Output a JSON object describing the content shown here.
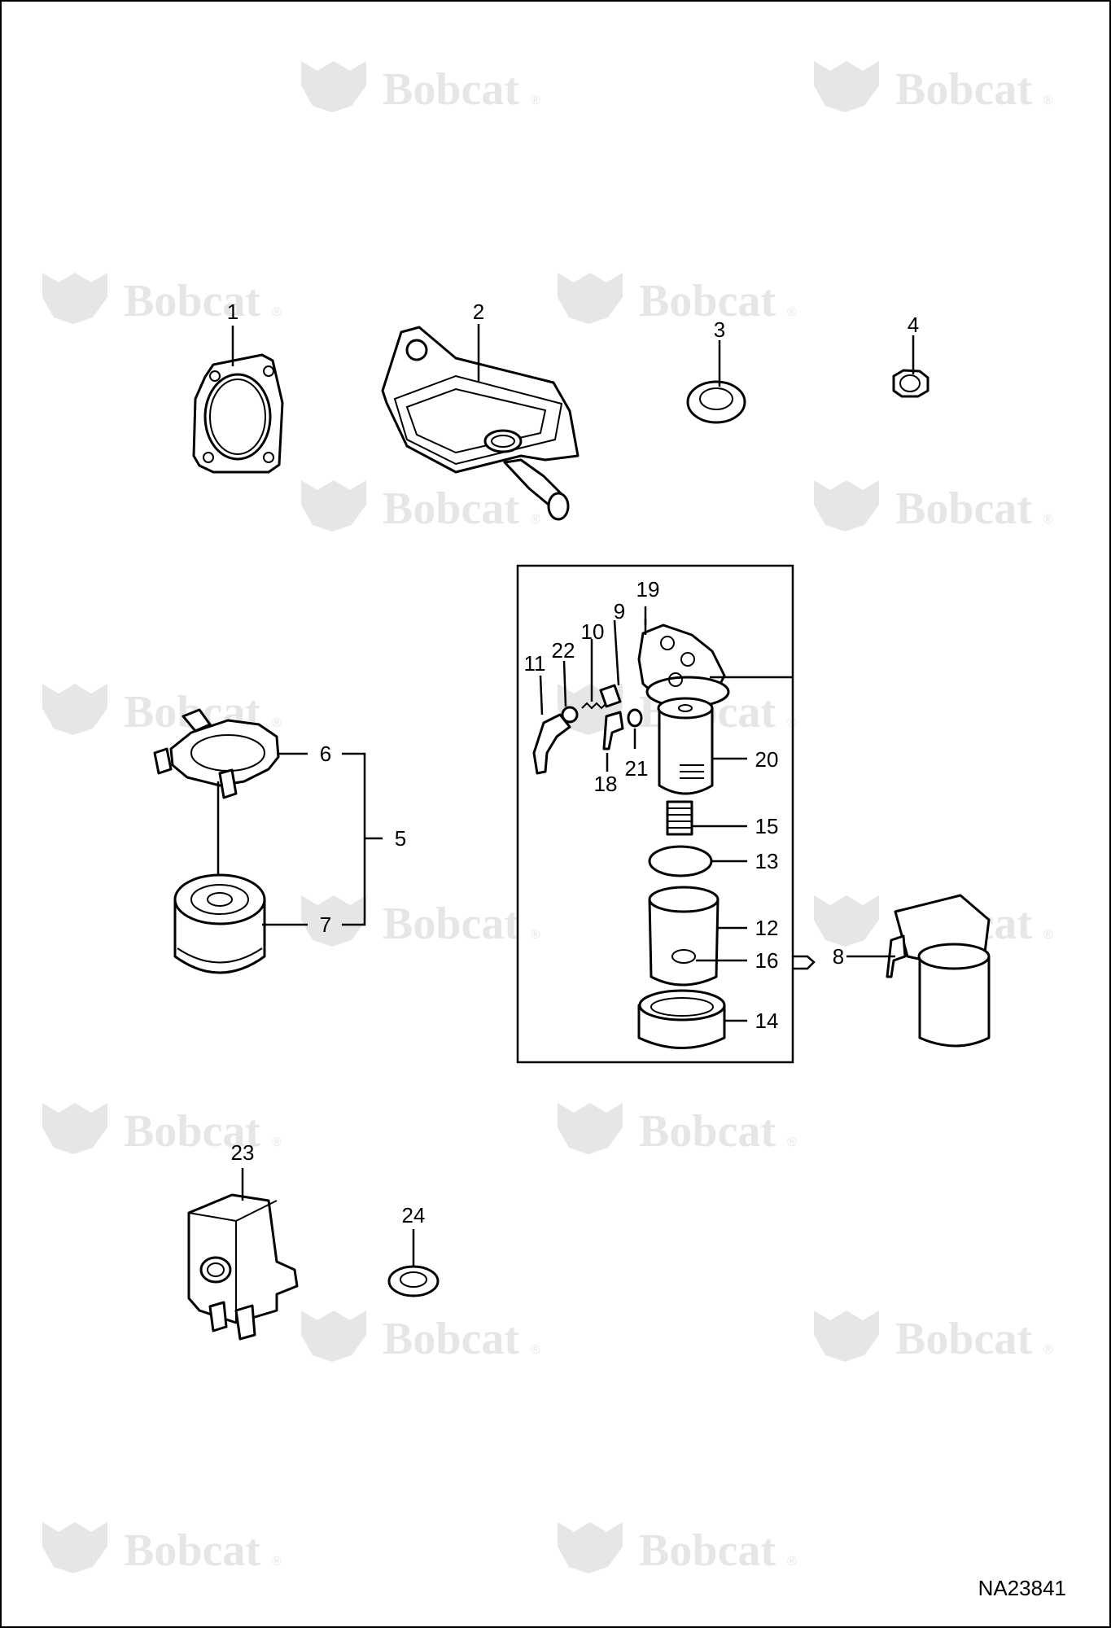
{
  "watermark": {
    "text": "Bobcat",
    "mark": "®"
  },
  "callouts": {
    "c1": "1",
    "c2": "2",
    "c3": "3",
    "c4": "4",
    "c5": "5",
    "c6": "6",
    "c7": "7",
    "c8": "8",
    "c9": "9",
    "c10": "10",
    "c11": "11",
    "c12": "12",
    "c13": "13",
    "c14": "14",
    "c15": "15",
    "c16": "16",
    "c18": "18",
    "c19": "19",
    "c20": "20",
    "c21": "21",
    "c22": "22",
    "c23": "23",
    "c24": "24"
  },
  "reference_number": "NA23841",
  "colors": {
    "watermark": "#e6e6e6",
    "line": "#000000",
    "background": "#ffffff"
  }
}
